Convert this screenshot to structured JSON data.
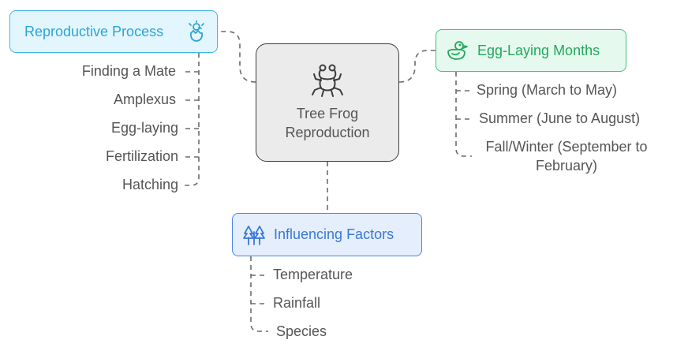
{
  "center": {
    "title": "Tree Frog\nReproduction",
    "icon": "frog-icon"
  },
  "reproductive_process": {
    "title": "Reproductive Process",
    "icon": "hatching-egg-icon",
    "color": "#3eb6e6",
    "items": [
      "Finding a Mate",
      "Amplexus",
      "Egg-laying",
      "Fertilization",
      "Hatching"
    ]
  },
  "egg_laying_months": {
    "title": "Egg-Laying Months",
    "icon": "duck-icon",
    "color": "#3ec47a",
    "items": [
      "Spring (March to May)",
      "Summer (June to August)",
      "Fall/Winter (September to\nFebruary)"
    ]
  },
  "influencing_factors": {
    "title": "Influencing Factors",
    "icon": "trees-icon",
    "color": "#4a86e6",
    "items": [
      "Temperature",
      "Rainfall",
      "Species"
    ]
  }
}
